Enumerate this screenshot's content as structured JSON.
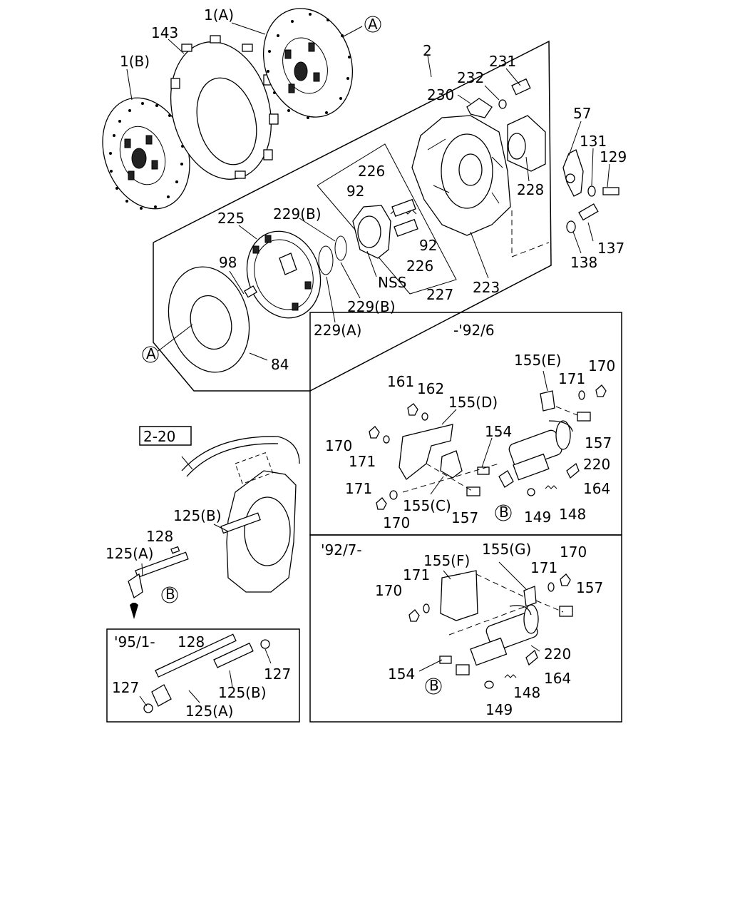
{
  "callouts": [
    {
      "id": "c1",
      "text": "1(A)"
    },
    {
      "id": "c2",
      "text": "143"
    },
    {
      "id": "c3",
      "text": "1(B)"
    },
    {
      "id": "c4",
      "text": "A"
    },
    {
      "id": "c5",
      "text": "2"
    },
    {
      "id": "c6",
      "text": "231"
    },
    {
      "id": "c7",
      "text": "232"
    },
    {
      "id": "c8",
      "text": "230"
    },
    {
      "id": "c9",
      "text": "57"
    },
    {
      "id": "c10",
      "text": "131"
    },
    {
      "id": "c11",
      "text": "129"
    },
    {
      "id": "c12",
      "text": "226"
    },
    {
      "id": "c13",
      "text": "92"
    },
    {
      "id": "c14",
      "text": "92"
    },
    {
      "id": "c15",
      "text": "226"
    },
    {
      "id": "c16",
      "text": "228"
    },
    {
      "id": "c17",
      "text": "223"
    },
    {
      "id": "c18",
      "text": "137"
    },
    {
      "id": "c19",
      "text": "138"
    },
    {
      "id": "c20",
      "text": "225"
    },
    {
      "id": "c21",
      "text": "229(B)"
    },
    {
      "id": "c22",
      "text": "98"
    },
    {
      "id": "c23",
      "text": "NSS"
    },
    {
      "id": "c24",
      "text": "227"
    },
    {
      "id": "c25",
      "text": "229(B)"
    },
    {
      "id": "c26",
      "text": "229(A)"
    },
    {
      "id": "c27",
      "text": "A"
    },
    {
      "id": "c28",
      "text": "84"
    },
    {
      "id": "c29",
      "text": "-'92/6"
    },
    {
      "id": "c30",
      "text": "155(E)"
    },
    {
      "id": "c31",
      "text": "170"
    },
    {
      "id": "c32",
      "text": "171"
    },
    {
      "id": "c33",
      "text": "161"
    },
    {
      "id": "c34",
      "text": "162"
    },
    {
      "id": "c35",
      "text": "155(D)"
    },
    {
      "id": "c36",
      "text": "157"
    },
    {
      "id": "c37",
      "text": "170"
    },
    {
      "id": "c38",
      "text": "154"
    },
    {
      "id": "c39",
      "text": "171"
    },
    {
      "id": "c40",
      "text": "220"
    },
    {
      "id": "c41",
      "text": "164"
    },
    {
      "id": "c42",
      "text": "171"
    },
    {
      "id": "c43",
      "text": "155(C)"
    },
    {
      "id": "c44",
      "text": "157"
    },
    {
      "id": "c45",
      "text": "B"
    },
    {
      "id": "c46",
      "text": "149"
    },
    {
      "id": "c47",
      "text": "148"
    },
    {
      "id": "c48",
      "text": "170"
    },
    {
      "id": "c49",
      "text": "2-20"
    },
    {
      "id": "c50",
      "text": "125(B)"
    },
    {
      "id": "c51",
      "text": "128"
    },
    {
      "id": "c52",
      "text": "125(A)"
    },
    {
      "id": "c53",
      "text": "B"
    },
    {
      "id": "c54",
      "text": "'92/7-"
    },
    {
      "id": "c55",
      "text": "155(F)"
    },
    {
      "id": "c56",
      "text": "155(G)"
    },
    {
      "id": "c57",
      "text": "170"
    },
    {
      "id": "c58",
      "text": "171"
    },
    {
      "id": "c59",
      "text": "171"
    },
    {
      "id": "c60",
      "text": "170"
    },
    {
      "id": "c61",
      "text": "157"
    },
    {
      "id": "c62",
      "text": "220"
    },
    {
      "id": "c63",
      "text": "154"
    },
    {
      "id": "c64",
      "text": "B"
    },
    {
      "id": "c65",
      "text": "164"
    },
    {
      "id": "c66",
      "text": "148"
    },
    {
      "id": "c67",
      "text": "149"
    },
    {
      "id": "c68",
      "text": "'95/1-"
    },
    {
      "id": "c69",
      "text": "128"
    },
    {
      "id": "c70",
      "text": "127"
    },
    {
      "id": "c71",
      "text": "127"
    },
    {
      "id": "c72",
      "text": "125(B)"
    },
    {
      "id": "c73",
      "text": "125(A)"
    }
  ]
}
